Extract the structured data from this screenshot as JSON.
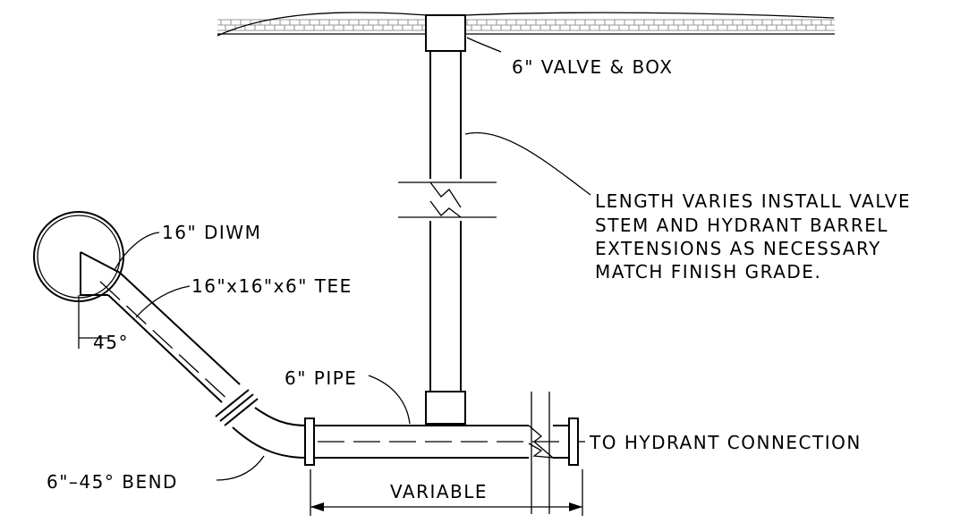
{
  "labels": {
    "valve_box": "6\" VALVE & BOX",
    "length_note": [
      "LENGTH VARIES INSTALL VALVE",
      "STEM AND HYDRANT BARREL",
      "EXTENSIONS AS NECESSARY",
      "MATCH FINISH GRADE."
    ],
    "main": "16\" DIWM",
    "tee": "16\"x16\"x6\" TEE",
    "angle": "45°",
    "pipe": "6\" PIPE",
    "hydrant": "TO HYDRANT CONNECTION",
    "bend": "6\"–45° BEND",
    "variable": "VARIABLE"
  }
}
